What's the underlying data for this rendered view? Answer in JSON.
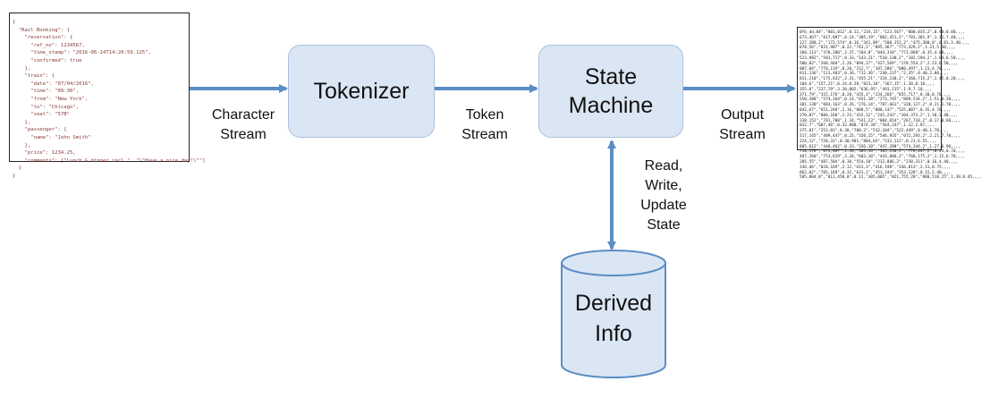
{
  "input_json": {
    "lines": [
      "{",
      "  \"Rail Booking\": {",
      "    \"reservation\": {",
      "      \"ref_no\": 1234567,",
      "      \"time_stamp\": \"2016-06-24T14:26:59.125\",",
      "      \"confirmed\": true",
      "    },",
      "    \"train\": {",
      "      \"date\": \"07/04/2016\",",
      "      \"time\": \"09:30\",",
      "      \"from\": \"New York\",",
      "      \"to\": \"Chicago\",",
      "      \"seat\": \"57B\"",
      "    },",
      "    \"passenger\": {",
      "      \"name\": \"John Smith\"",
      "    },",
      "    \"price\": 1234.25,",
      "    \"comments\": [\"Lunch & dinner incl.\", \"\\\"Have a nice day!\\\"\"]",
      "  }",
      "}"
    ]
  },
  "output_stream": {
    "lines": [
      "0fb_dd,04\",\"001,012\",0.11,\"234,15\",\"123,567\",\"000,035,2\",0.90,0.00,,,,",
      "673,467\",\"017,097\",0.14,\"305,19\",\"002,451,2\",\"781,301,9\",1.11,7.40,,,,",
      "127,208,2\",\"172,574\",0.16,\"341,89\",\"508,353,2\",\"475,300,8\",0.81,3.40,,,,",
      "078,56\",\"831,907\",0.22,\"743,2\",\"095,367\",\"773,429,2\",1.21,5.30,,,,",
      "360,113\",\"378,200\",2.37,\"204,8\",\"044,318\",\"773,068\",0.35,4.00,,,,",
      "523,982\",\"501,717\",0.33,\"143,21\",\"510,130,2\",\"102,594,2\",1.04,6.50,,,,",
      "500,82\",\"268,440\",2.26,\"094,17\",\"427,569\",\"178,554,2\",2.23,0.50,,,,",
      "007,04\",\"778,119\",0.20,\"212,7\",\"187,586\",\"080,497\",1.23,4.70,,,,",
      "911,136\",\"111,403\",0.36,\"712,36\",\"240,237\",\"2,35\",0.40,2.80,,,,",
      "811,210\",\"175,632\",2.31,\"455,21\",\"334,130,2\",\"160,715,2\",1.45,0.20,,,,",
      "104,6\",\"157,21\",0.24,0.28,\"823,10\",\"367,15\",1.30,0.10,,,,",
      "355,8\",\"237,79\",3.20,002,\"636,95\",\"493,215\",1.9,7.10,,,,",
      "371,79\",\"315,176\",0.20,\"435,3\",\"234,266\",\"855,717\",0.30,0.70,,,,",
      "550,388\",\"574,264\",0.14,\"651,18\",\"273,745\",\"809,534,2\",1.51,0.20,,,,",
      "301,130\",\"083,163\",0.26,\"276,14\",\"787,661\",\"320,127,2\",0.21,1.70,,,,",
      "042,67\",\"651,240\",2.16,\"008,5\",\"080,147\",\"525,007\",0.35,4.70,,,,",
      "270,07\",\"806,160\",2.23,\"432,12\",\"245,243\",\"104,373,2\",1.10,2.40,,,,",
      "338,152\",\"781,700\",1.34,\"541,23\",\"804,654\",\"267,710,2\",0.17,0.60,,,,",
      "032,7\",\"607,46\",0.32,800,\"074,30\",\"564,247\",1.12,2.87,,,,",
      "375,01\",\"252,03\",0.38,\"700,2\",\"532,104\",\"522,449\",0.40,1.70,,,,",
      "517,145\",\"409,447\",0.25,\"320,15\",\"546,935\",\"072,293,2\",2.21,7.70,,,,",
      "224,12\",\"720,33\",0.30,901,\"804,64\",\"532,112\",0.21,6.55,,,,",
      "005,612\",\"440,462\",0.33,\"336,10\",\"447,398\",\"574,344,2\",1.27,6.90,,,,",
      "710,578\",\"073,807\",2.36,\"305,16\",\"305,230,2\",\"778,047,2\",0.44,0.70,,,,",
      "487,260\",\"753,619\",3.34,\"603,10\",\"443,806,2\",\"768,175,2\",1.15,6.70,,,,",
      "205,55\",\"487,504\",0.30,\"554,10\",\"212,806,2\",\"230,311\",0.16,4.40,,,,",
      "336,46\",\"828,169\",2.12,\"631,3\",\"416,190\",\"336,813\",2.31,0.75,,,,",
      "862,02\",\"705,169\",0.32,\"631,1\",\"451,244\",\"353,128\",0.15,2.40,,,,",
      "505,804_0\",\"011,458_0\",0.12,\"305,005\",\"021,755_20\",\"880,518_25\",1.39,0.45,,,,"
    ]
  },
  "nodes": {
    "tokenizer": "Tokenizer",
    "state_machine": [
      "State",
      "Machine"
    ],
    "derived_info": [
      "Derived",
      "Info"
    ]
  },
  "edges": {
    "character_stream": [
      "Character",
      "Stream"
    ],
    "token_stream": [
      "Token",
      "Stream"
    ],
    "output_stream": [
      "Output",
      "Stream"
    ],
    "read_write_update": [
      "Read,",
      "Write,",
      "Update",
      "State"
    ]
  },
  "colors": {
    "arrow": "#5b8ec4",
    "process_fill": "#dbe6f4",
    "process_stroke": "#a8bfdc",
    "db_stroke": "#5b8ec4"
  }
}
